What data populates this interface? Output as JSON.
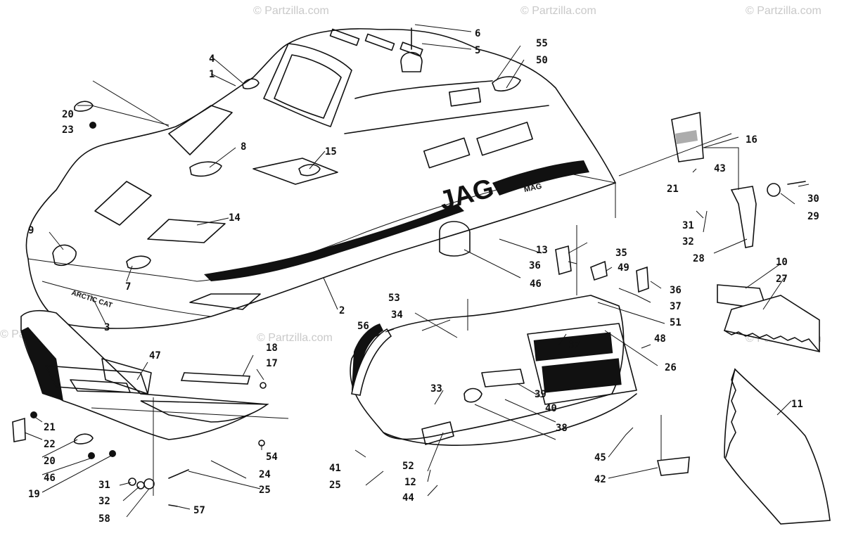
{
  "diagram": {
    "hood_decal_text": "JAG",
    "brand_decal_text": "ARCTIC CAT",
    "mag_decal_text": "MAG",
    "watermarks": [
      "© Partzilla.com",
      "© Partzilla.com",
      "© Partzilla.com",
      "© Partzilla.com",
      "© Partzilla.com",
      "© Partzilla.com"
    ],
    "callouts": [
      {
        "id": "c1",
        "label": "1"
      },
      {
        "id": "c2",
        "label": "2"
      },
      {
        "id": "c3",
        "label": "3"
      },
      {
        "id": "c4",
        "label": "4"
      },
      {
        "id": "c5",
        "label": "5"
      },
      {
        "id": "c6",
        "label": "6"
      },
      {
        "id": "c7",
        "label": "7"
      },
      {
        "id": "c8",
        "label": "8"
      },
      {
        "id": "c9",
        "label": "9"
      },
      {
        "id": "c10",
        "label": "10"
      },
      {
        "id": "c11",
        "label": "11"
      },
      {
        "id": "c12",
        "label": "12"
      },
      {
        "id": "c13",
        "label": "13"
      },
      {
        "id": "c14",
        "label": "14"
      },
      {
        "id": "c15",
        "label": "15"
      },
      {
        "id": "c16",
        "label": "16"
      },
      {
        "id": "c17",
        "label": "17"
      },
      {
        "id": "c18",
        "label": "18"
      },
      {
        "id": "c19",
        "label": "19"
      },
      {
        "id": "c20a",
        "label": "20"
      },
      {
        "id": "c20b",
        "label": "20"
      },
      {
        "id": "c21a",
        "label": "21"
      },
      {
        "id": "c21b",
        "label": "21"
      },
      {
        "id": "c22",
        "label": "22"
      },
      {
        "id": "c23",
        "label": "23"
      },
      {
        "id": "c24",
        "label": "24"
      },
      {
        "id": "c25a",
        "label": "25"
      },
      {
        "id": "c25b",
        "label": "25"
      },
      {
        "id": "c26",
        "label": "26"
      },
      {
        "id": "c27",
        "label": "27"
      },
      {
        "id": "c28",
        "label": "28"
      },
      {
        "id": "c29",
        "label": "29"
      },
      {
        "id": "c30",
        "label": "30"
      },
      {
        "id": "c31a",
        "label": "31"
      },
      {
        "id": "c31b",
        "label": "31"
      },
      {
        "id": "c32a",
        "label": "32"
      },
      {
        "id": "c32b",
        "label": "32"
      },
      {
        "id": "c33",
        "label": "33"
      },
      {
        "id": "c34",
        "label": "34"
      },
      {
        "id": "c35",
        "label": "35"
      },
      {
        "id": "c36a",
        "label": "36"
      },
      {
        "id": "c36b",
        "label": "36"
      },
      {
        "id": "c37a",
        "label": "37"
      },
      {
        "id": "c37b",
        "label": "37"
      },
      {
        "id": "c38",
        "label": "38"
      },
      {
        "id": "c39",
        "label": "39"
      },
      {
        "id": "c40",
        "label": "40"
      },
      {
        "id": "c41",
        "label": "41"
      },
      {
        "id": "c42",
        "label": "42"
      },
      {
        "id": "c43",
        "label": "43"
      },
      {
        "id": "c44",
        "label": "44"
      },
      {
        "id": "c45",
        "label": "45"
      },
      {
        "id": "c46a",
        "label": "46"
      },
      {
        "id": "c46b",
        "label": "46"
      },
      {
        "id": "c47",
        "label": "47"
      },
      {
        "id": "c48",
        "label": "48"
      },
      {
        "id": "c49",
        "label": "49"
      },
      {
        "id": "c50",
        "label": "50"
      },
      {
        "id": "c51",
        "label": "51"
      },
      {
        "id": "c52",
        "label": "52"
      },
      {
        "id": "c53",
        "label": "53"
      },
      {
        "id": "c54",
        "label": "54"
      },
      {
        "id": "c55",
        "label": "55"
      },
      {
        "id": "c56",
        "label": "56"
      },
      {
        "id": "c57",
        "label": "57"
      },
      {
        "id": "c58",
        "label": "58"
      }
    ]
  }
}
